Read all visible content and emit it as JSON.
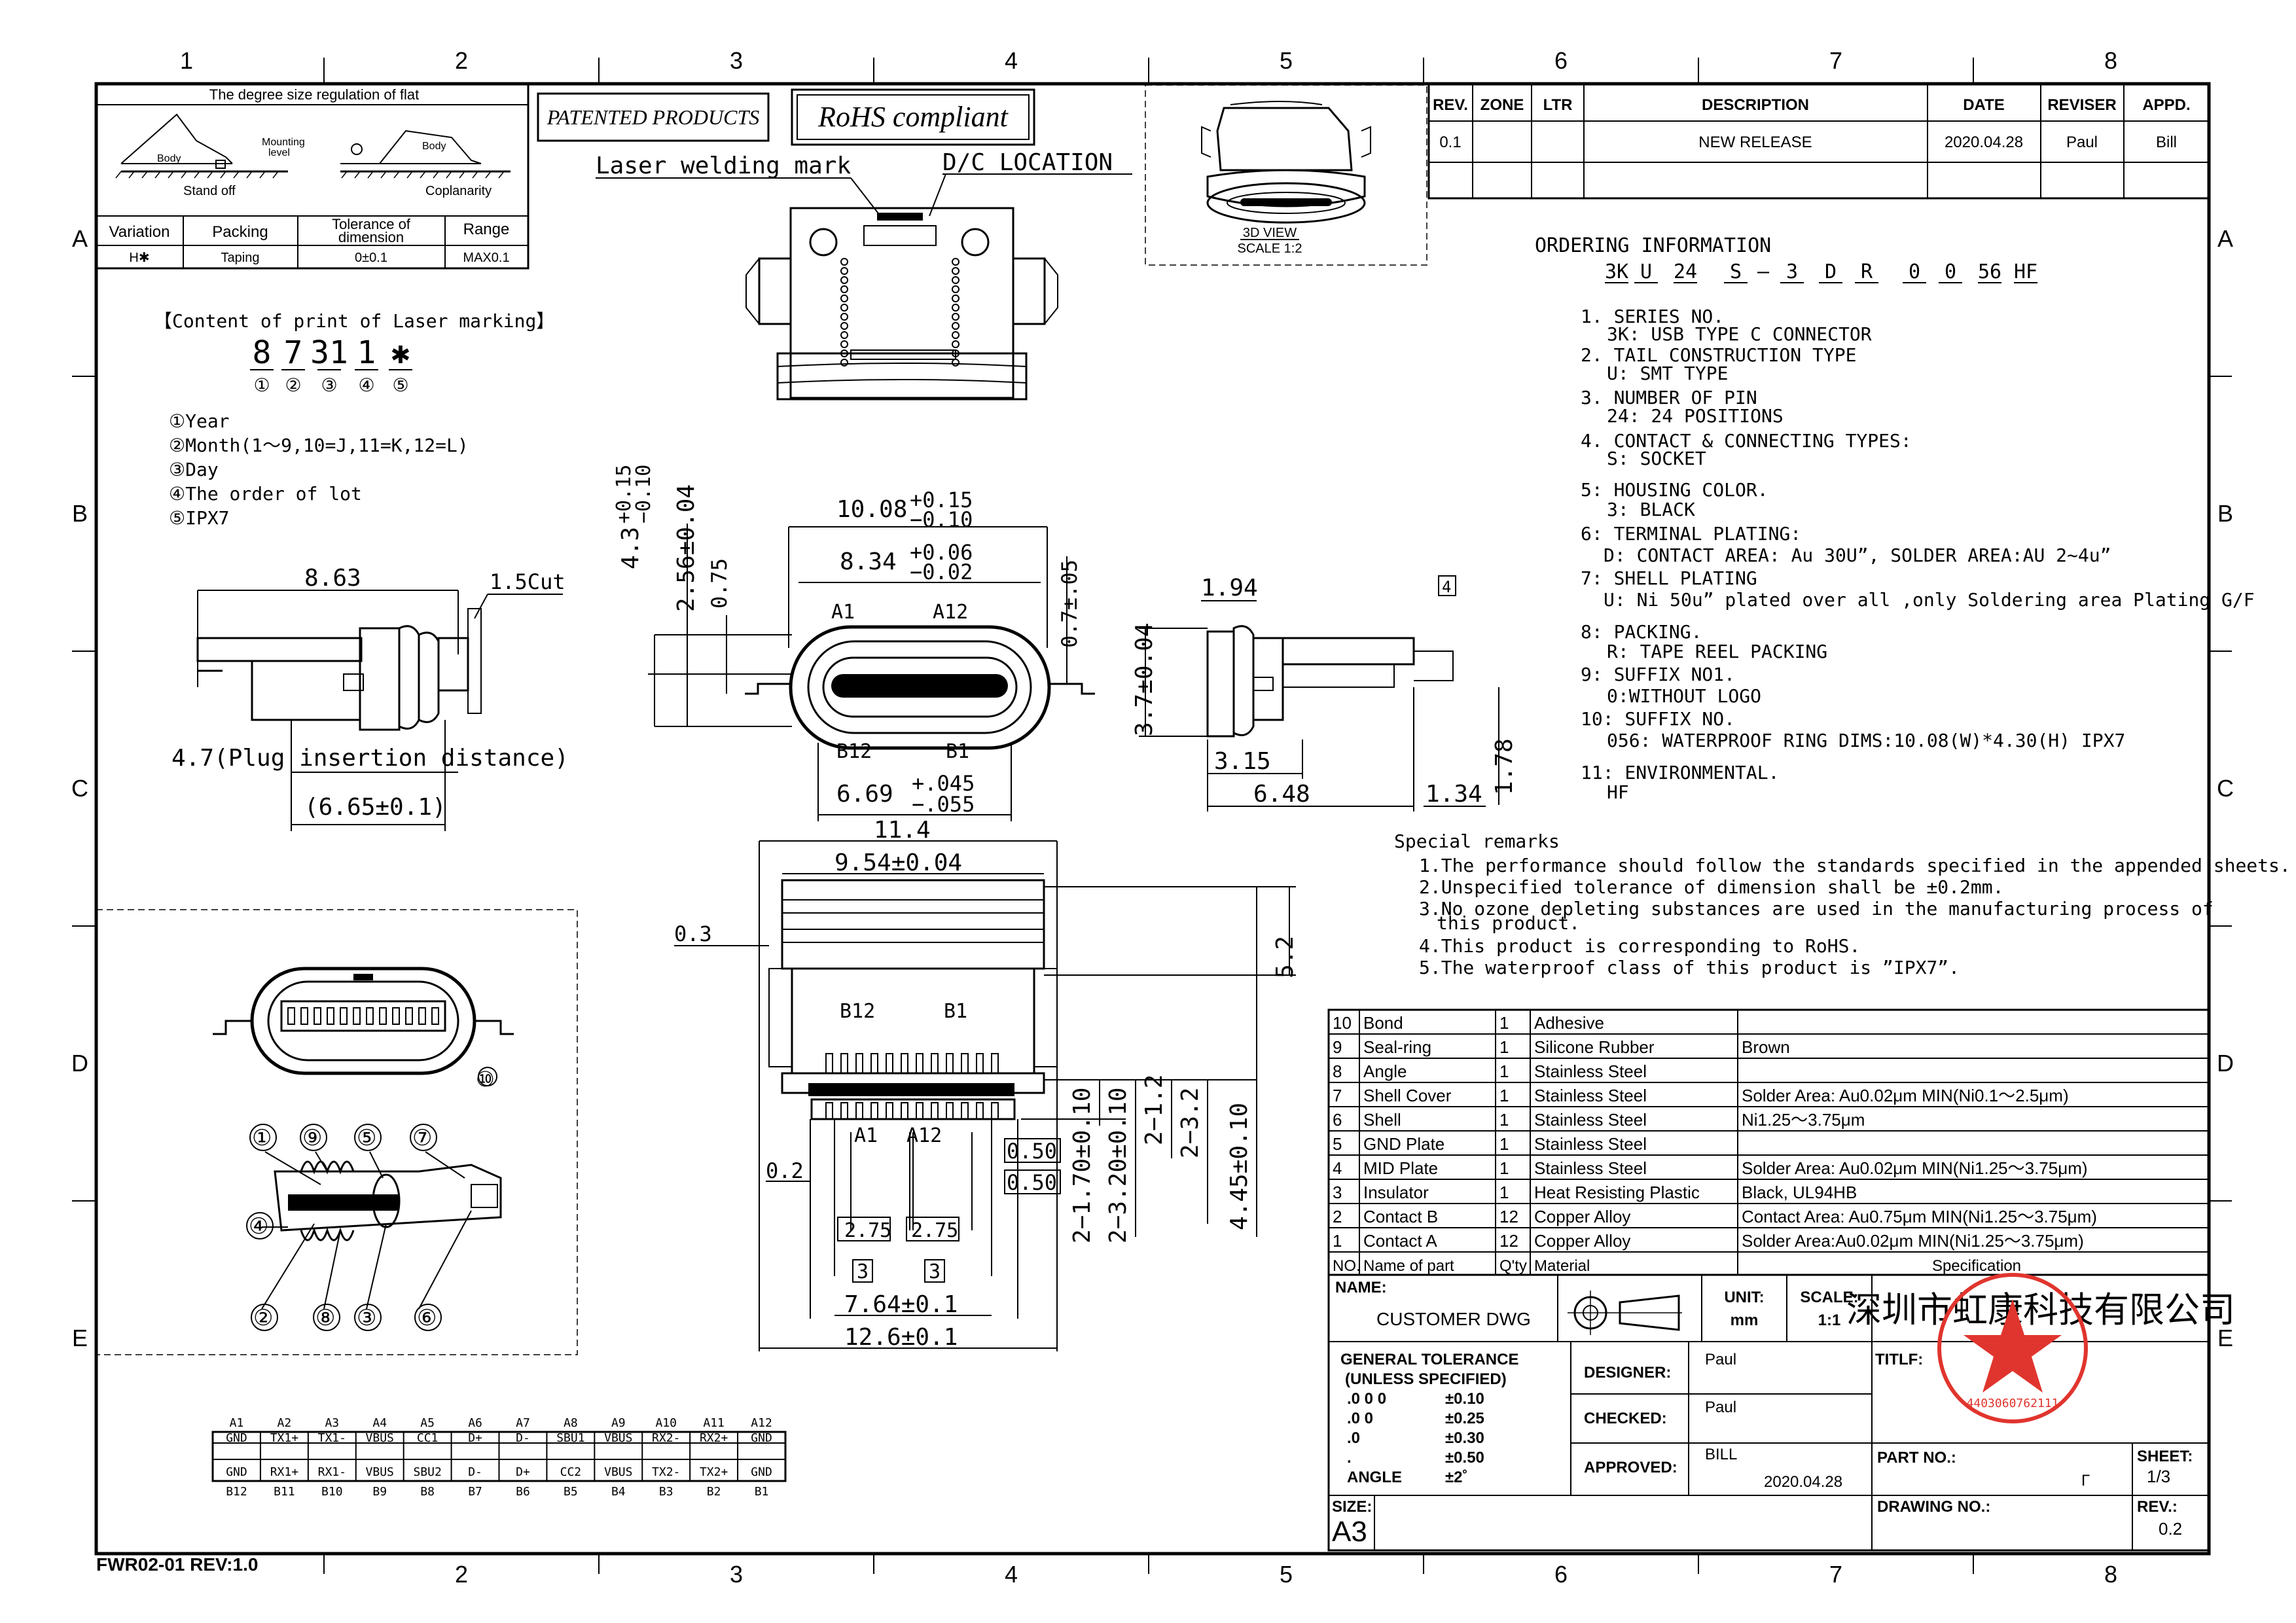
{
  "zones_top": [
    "1",
    "2",
    "3",
    "4",
    "5",
    "6",
    "7",
    "8"
  ],
  "zones_bottom": [
    "2",
    "3",
    "4",
    "5",
    "6",
    "7",
    "8"
  ],
  "zones_side": [
    "A",
    "B",
    "C",
    "D",
    "E"
  ],
  "flat_box": {
    "title": "The degree size regulation of flat",
    "label_body": "Body",
    "label_mounting": "Mounting",
    "label_level": "level",
    "label_standoff": "Stand off",
    "label_coplanarity": "Coplanarity",
    "headers": [
      "Variation",
      "Packing",
      "Tolerance of",
      "dimension",
      "Range"
    ],
    "values": [
      "H✱",
      "Taping",
      "0±0.1",
      "MAX0.1"
    ]
  },
  "badges": {
    "patented": "PATENTED PRODUCTS",
    "rohs": "RoHS compliant"
  },
  "callouts": {
    "laser": "Laser welding mark",
    "dc": "D/C LOCATION"
  },
  "view3d": {
    "title": "3D VIEW",
    "scale": "SCALE 1:2"
  },
  "revision": {
    "headers": [
      "REV.",
      "ZONE",
      "LTR",
      "DESCRIPTION",
      "DATE",
      "REVISER",
      "APPD."
    ],
    "row": [
      "0.1",
      "",
      "",
      "NEW RELEASE",
      "2020.04.28",
      "Paul",
      "Bill"
    ]
  },
  "laser_marking": {
    "title": "【Content of print of Laser marking】",
    "code": [
      "8",
      "7",
      "31",
      "1",
      "✱"
    ],
    "circles": [
      "①",
      "②",
      "③",
      "④",
      "⑤"
    ],
    "legend": [
      "①Year",
      "②Month(1～9,10=J,11=K,12=L)",
      "③Day",
      "④The order of lot",
      "⑤IPX7"
    ]
  },
  "ordering": {
    "title": "ORDERING INFORMATION",
    "code_parts": [
      "3K",
      "U",
      "24",
      "S",
      "–",
      "3",
      "D",
      "R",
      "0",
      "0",
      "56",
      "HF"
    ],
    "items": [
      "1. SERIES NO.",
      "   3K: USB TYPE C CONNECTOR",
      "2. TAIL CONSTRUCTION TYPE",
      "   U: SMT TYPE",
      "3. NUMBER OF PIN",
      "   24: 24 POSITIONS",
      "4. CONTACT & CONNECTING TYPES:",
      "   S: SOCKET",
      "5: HOUSING COLOR.",
      "   3: BLACK",
      "6: TERMINAL PLATING:",
      "  D: CONTACT AREA: Au 30U”, SOLDER AREA:AU 2~4u”",
      "7: SHELL PLATING",
      "  U: Ni 50u” plated over all ,only Soldering area Plating G/F",
      "8: PACKING.",
      "   R: TAPE REEL PACKING",
      "9: SUFFIX NO1.",
      "   0:WITHOUT LOGO",
      "10: SUFFIX NO.",
      "   056: WATERPROOF RING DIMS:10.08(W)*4.30(H) IPX7",
      "11: ENVIRONMENTAL.",
      "   HF"
    ]
  },
  "remarks": {
    "title": "Special remarks",
    "items": [
      "1.The performance should follow the standards specified in the appended sheets.",
      "2.Unspecified tolerance of dimension shall be ±0.2mm.",
      "3.No ozone depleting substances are used in the manufacturing process of",
      "  this product.",
      "4.This product is corresponding to RoHS.",
      "5.The waterproof class of this product is ”IPX7”."
    ]
  },
  "dims": {
    "d863": "8.63",
    "d15cut": "1.5Cut",
    "d47": "4.7(Plug insertion distance)",
    "d665": "(6.65±0.1)",
    "d1008": "10.08",
    "d1008t1": "+0.15",
    "d1008t2": "−0.10",
    "d834": "8.34",
    "d834t1": "+0.06",
    "d834t2": "−0.02",
    "d43": "4.3",
    "d43t1": "+0.15",
    "d43t2": "−0.10",
    "d256": "2.56±0.04",
    "d075": "0.75",
    "d07": "0.7±.05",
    "a1": "A1",
    "a12": "A12",
    "b12": "B12",
    "b1": "B1",
    "d669": "6.69",
    "d669t1": "+.045",
    "d669t2": "−.055",
    "d194": "1.94",
    "d4box": "4",
    "d37": "3.7±0.04",
    "d315": "3.15",
    "d648": "6.48",
    "d134": "1.34",
    "d178": "1.78",
    "d114": "11.4",
    "d954": "9.54±0.04",
    "d03": "0.3",
    "d52": "5.2",
    "d02": "0.2",
    "d170": "2−1.70±0.10",
    "d320": "2−3.20±0.10",
    "d212": "2−1.2",
    "d232": "2−3.2",
    "d445": "4.45±0.10",
    "d050a": "0.50",
    "d050b": "0.50",
    "d275a": "2.75",
    "d275b": "2.75",
    "d3a": "3",
    "d3b": "3",
    "d764": "7.64±0.1",
    "d126": "12.6±0.1",
    "n10": "⑩",
    "parts": [
      "①",
      "⑨",
      "⑤",
      "⑦",
      "④",
      "②",
      "⑧",
      "③",
      "⑥"
    ]
  },
  "pinout": {
    "top_labels": [
      "A1",
      "A2",
      "A3",
      "A4",
      "A5",
      "A6",
      "A7",
      "A8",
      "A9",
      "A10",
      "A11",
      "A12"
    ],
    "top_row": [
      "GND",
      "TX1+",
      "TX1-",
      "VBUS",
      "CC1",
      "D+",
      "D-",
      "SBU1",
      "VBUS",
      "RX2-",
      "RX2+",
      "GND"
    ],
    "bottom_row": [
      "GND",
      "RX1+",
      "RX1-",
      "VBUS",
      "SBU2",
      "D-",
      "D+",
      "CC2",
      "VBUS",
      "TX2-",
      "TX2+",
      "GND"
    ],
    "bottom_labels": [
      "B12",
      "B11",
      "B10",
      "B9",
      "B8",
      "B7",
      "B6",
      "B5",
      "B4",
      "B3",
      "B2",
      "B1"
    ]
  },
  "bom": {
    "rows": [
      [
        "10",
        "Bond",
        "1",
        "Adhesive",
        ""
      ],
      [
        "9",
        "Seal-ring",
        "1",
        "Silicone Rubber",
        "Brown"
      ],
      [
        "8",
        "Angle",
        "1",
        "Stainless Steel",
        ""
      ],
      [
        "7",
        "Shell Cover",
        "1",
        "Stainless Steel",
        "Solder Area: Au0.02μm MIN(Ni0.1～2.5μm)"
      ],
      [
        "6",
        "Shell",
        "1",
        "Stainless Steel",
        "Ni1.25～3.75μm"
      ],
      [
        "5",
        "GND Plate",
        "1",
        "Stainless Steel",
        ""
      ],
      [
        "4",
        "MID Plate",
        "1",
        "Stainless Steel",
        "Solder Area: Au0.02μm MIN(Ni1.25～3.75μm)"
      ],
      [
        "3",
        "Insulator",
        "1",
        "Heat Resisting Plastic",
        "Black, UL94HB"
      ],
      [
        "2",
        "Contact B",
        "12",
        "Copper Alloy",
        "Contact Area: Au0.75μm MIN(Ni1.25～3.75μm)"
      ],
      [
        "1",
        "Contact A",
        "12",
        "Copper Alloy",
        "Solder Area:Au0.02μm MIN(Ni1.25～3.75μm)"
      ]
    ],
    "header": [
      "NO.",
      "Name of part",
      "Q'ty",
      "Material",
      "Specification"
    ]
  },
  "title_block": {
    "name_label": "NAME:",
    "name_value": "CUSTOMER DWG",
    "unit_label": "UNIT:",
    "unit_value": "mm",
    "scale_label": "SCALE:",
    "scale_value": "1:1",
    "company": "深圳市虹康科技有限公司",
    "tolerance_title": "GENERAL TOLERANCE",
    "tolerance_sub": "(UNLESS SPECIFIED)",
    "tolerance_rows": [
      [
        ".0 0 0",
        "±0.10"
      ],
      [
        ".0 0",
        "±0.25"
      ],
      [
        ".0",
        "±0.30"
      ],
      [
        ".",
        "±0.50"
      ],
      [
        "ANGLE",
        "±2˚"
      ]
    ],
    "designer_label": "DESIGNER:",
    "designer": "Paul",
    "checked_label": "CHECKED:",
    "checked": "Paul",
    "approved_label": "APPROVED:",
    "approved": "BILL",
    "approved_date": "2020.04.28",
    "title_label": "TITLF:",
    "part_label": "PART NO.:",
    "part_mark": "Г",
    "sheet_label": "SHEET:",
    "sheet_value": "1/3",
    "drawing_label": "DRAWING NO.:",
    "rev_label": "REV.:",
    "rev_value": "0.2",
    "size_label": "SIZE:",
    "size_value": "A3",
    "stamp_text": "4403060762111",
    "footer": "FWR02-01  REV:1.0"
  }
}
